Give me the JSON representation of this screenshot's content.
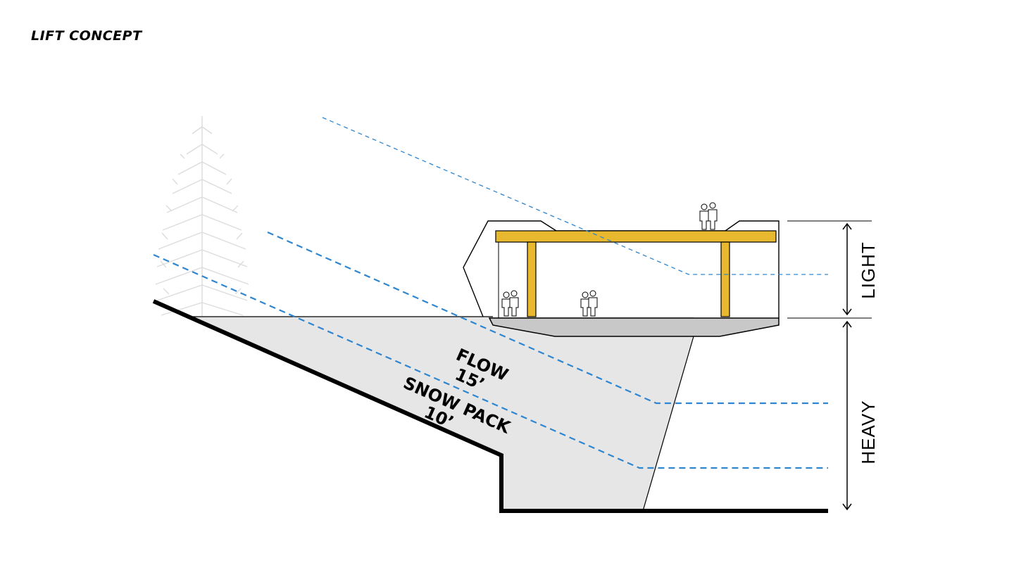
{
  "title": "LIFT CONCEPT",
  "labels": {
    "flow": "FLOW",
    "flow_depth": "15’",
    "snowpack": "SNOW PACK",
    "snowpack_depth": "10’",
    "light": "LIGHT",
    "heavy": "HEAVY"
  },
  "colors": {
    "ground_fill": "#e6e6e6",
    "deck_fill": "#c8c8c8",
    "frame_yellow": "#e8b92e",
    "flow_line_blue": "#2f86d0",
    "tree_gray": "#dcdcdc"
  }
}
